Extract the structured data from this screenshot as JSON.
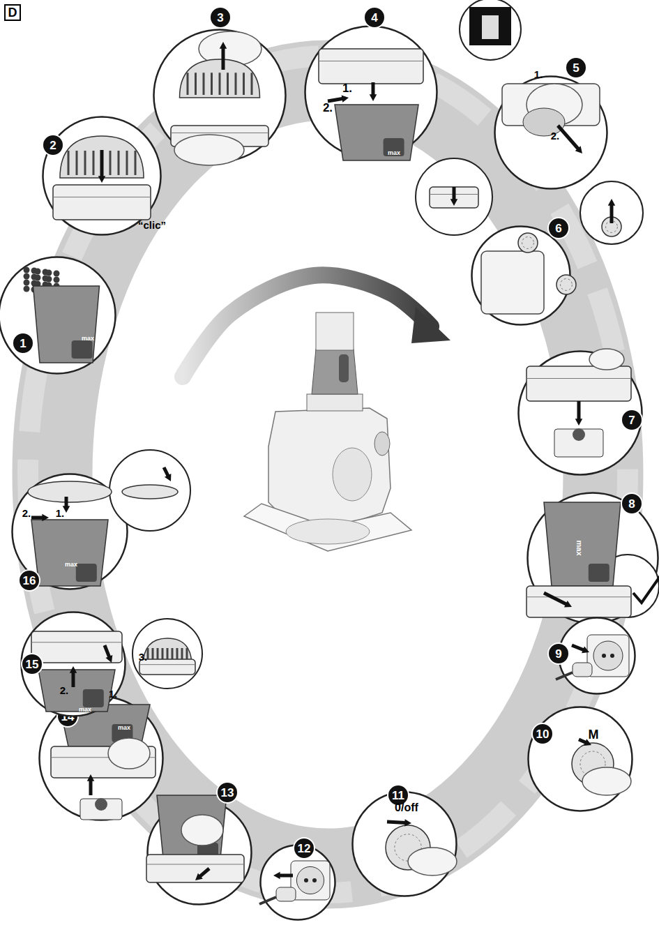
{
  "diagram": {
    "nodes": [
      {
        "text": [
          "1",
          "max"
        ]
      },
      {
        "text": [
          "2",
          "“clic”"
        ]
      },
      {
        "text": [
          "3"
        ]
      },
      {
        "text": [
          "4",
          "1.",
          "2.",
          "max"
        ]
      },
      {
        "text": [
          "5",
          "1.",
          "2."
        ]
      },
      {
        "text": [
          "6"
        ]
      },
      {
        "text": [
          "7"
        ]
      },
      {
        "text": [
          "8",
          "max"
        ]
      },
      {
        "text": [
          "9"
        ]
      },
      {
        "text": [
          "10",
          "M"
        ]
      },
      {
        "text": [
          "11",
          "0/off"
        ]
      },
      {
        "text": [
          "12"
        ]
      },
      {
        "text": [
          "13"
        ]
      },
      {
        "text": [
          "14",
          "max"
        ]
      },
      {
        "text": [
          "15",
          "1.",
          "2.",
          "3.",
          "max"
        ]
      },
      {
        "text": [
          "16",
          "2.",
          "1.",
          "max"
        ]
      }
    ],
    "labels": [
      "D"
    ]
  }
}
